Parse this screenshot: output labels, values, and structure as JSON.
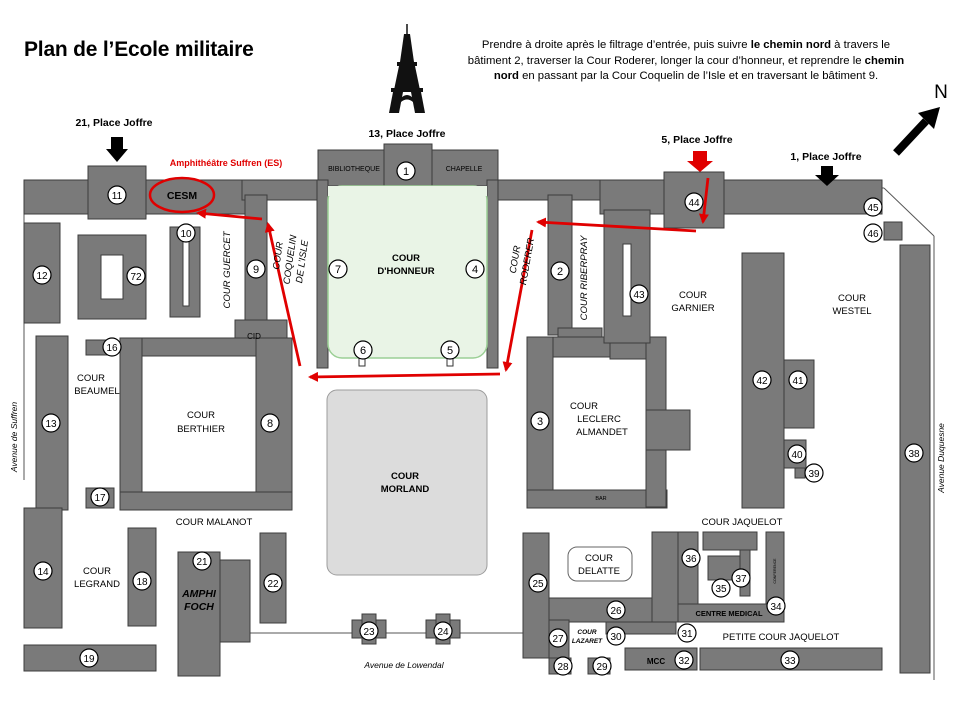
{
  "title": "Plan de l’Ecole militaire",
  "instructions": {
    "t1": "Prendre à droite après le filtrage d’entrée, puis suivre ",
    "b1": "le chemin nord",
    "t2": " à travers le bâtiment 2, traverser la Cour Roderer, longer la cour d’honneur, et reprendre le ",
    "b2": "chemin nord",
    "t3": " en passant par la Cour Coquelin de l’Isle et en traversant le bâtiment 9."
  },
  "north_label": "N",
  "entrances": {
    "joffre21": "21, Place Joffre",
    "joffre13": "13, Place Joffre",
    "joffre5": "5, Place Joffre",
    "joffre1": "1, Place Joffre"
  },
  "highlight": {
    "amphi_label": "Amphithéâtre Suffren (ES)",
    "cesm": "CESM"
  },
  "labels": {
    "bibliotheque": "BIBLIOTHEQUE",
    "chapelle": "CHAPELLE",
    "cour_honneur_1": "COUR",
    "cour_honneur_2": "D'HONNEUR",
    "cour_guercet": "COUR GUERCET",
    "coquelin_1": "COUR",
    "coquelin_2": "COQUELIN",
    "coquelin_3": "DE L’ISLE",
    "roderer_1": "COUR",
    "roderer_2": "RODERER",
    "riberpray": "COUR RIBERPRAY",
    "garnier_1": "COUR",
    "garnier_2": "GARNIER",
    "westel_1": "COUR",
    "westel_2": "WESTEL",
    "cid": "CID",
    "beaumel_1": "COUR",
    "beaumel_2": "BEAUMEL",
    "berthier_1": "COUR",
    "berthier_2": "BERTHIER",
    "morland_1": "COUR",
    "morland_2": "MORLAND",
    "leclerc_1": "COUR",
    "leclerc_2": "LECLERC",
    "leclerc_3": "ALMANDET",
    "bar": "BAR",
    "malanot": "COUR MALANOT",
    "jaquelot": "COUR JAQUELOT",
    "legrand_1": "COUR",
    "legrand_2": "LEGRAND",
    "amphi_1": "AMPHI",
    "amphi_2": "FOCH",
    "delatte_1": "COUR",
    "delatte_2": "DELATTE",
    "centre_medical": "CENTRE MEDICAL",
    "lazaret_1": "COUR",
    "lazaret_2": "LAZARET",
    "mcc": "MCC",
    "petite_jaquelot": "PETITE COUR JAQUELOT",
    "lowendal": "Avenue de Lowendal",
    "suffren": "Avenue de Suffren",
    "duquesne": "Avenue Duquesne",
    "conference": "CONFERENCE"
  },
  "building_numbers": [
    "1",
    "2",
    "3",
    "4",
    "5",
    "6",
    "7",
    "8",
    "9",
    "10",
    "11",
    "12",
    "13",
    "14",
    "16",
    "17",
    "18",
    "19",
    "21",
    "22",
    "23",
    "24",
    "25",
    "26",
    "27",
    "28",
    "29",
    "30",
    "31",
    "32",
    "33",
    "34",
    "35",
    "36",
    "37",
    "38",
    "39",
    "40",
    "41",
    "42",
    "43",
    "44",
    "45",
    "46",
    "72"
  ],
  "colors": {
    "building": "#7a7a7a",
    "building_stroke": "#3c3c3c",
    "route": "#e00000",
    "honneur_fill": "#e9f4e6",
    "honneur_stroke": "#9bcf95",
    "morland_fill": "#dcdcdc"
  }
}
